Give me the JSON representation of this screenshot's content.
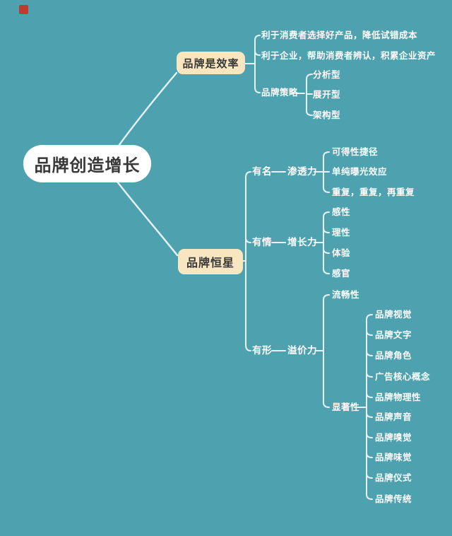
{
  "colors": {
    "background": "#4EA1AF",
    "connector": "#E6F2F5",
    "root_box_fill": "#FFFFFF",
    "branch_box_fill": "#F8E6C0",
    "box_text": "#383838",
    "label_text": "#FFFFFF",
    "corner_mark": "#C03B2E"
  },
  "mindmap": {
    "root": {
      "label": "品牌创造增长"
    },
    "branches": [
      {
        "label": "品牌是效率",
        "children": [
          {
            "label": "利于消费者选择好产品，降低试错成本"
          },
          {
            "label": "利于企业，帮助消费者辨认，积累企业资产"
          },
          {
            "label": "品牌策略",
            "children": [
              {
                "label": "分析型"
              },
              {
                "label": "展开型"
              },
              {
                "label": "架构型"
              }
            ]
          }
        ]
      },
      {
        "label": "品牌恒星",
        "rows": [
          {
            "label": "有名",
            "power": "渗透力",
            "children": [
              {
                "label": "可得性捷径"
              },
              {
                "label": "单纯曝光效应"
              },
              {
                "label": "重复，重复，再重复"
              }
            ]
          },
          {
            "label": "有情",
            "power": "增长力",
            "children": [
              {
                "label": "感性"
              },
              {
                "label": "理性"
              },
              {
                "label": "体验"
              },
              {
                "label": "感官"
              }
            ]
          },
          {
            "label": "有形",
            "power": "溢价力",
            "children": [
              {
                "label": "流畅性"
              },
              {
                "label": "显著性",
                "children": [
                  {
                    "label": "品牌视觉"
                  },
                  {
                    "label": "品牌文字"
                  },
                  {
                    "label": "品牌角色"
                  },
                  {
                    "label": "广告核心概念"
                  },
                  {
                    "label": "品牌物理性"
                  },
                  {
                    "label": "品牌声音"
                  },
                  {
                    "label": "品牌嗅觉"
                  },
                  {
                    "label": "品牌味觉"
                  },
                  {
                    "label": "品牌仪式"
                  },
                  {
                    "label": "品牌传统"
                  }
                ]
              }
            ]
          }
        ]
      }
    ]
  }
}
